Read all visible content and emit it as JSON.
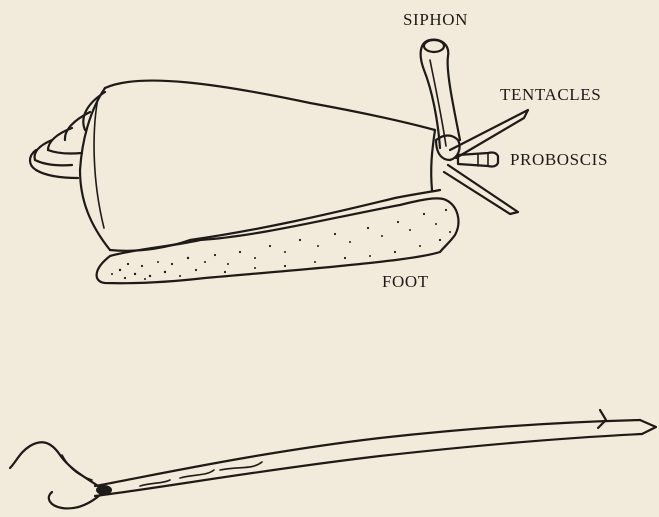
{
  "figure": {
    "labels": {
      "siphon": "SIPHON",
      "tentacles": "TENTACLES",
      "proboscis": "PROBOSCIS",
      "foot": "FOOT"
    },
    "colors": {
      "background": "#f2eadb",
      "ink": "#1e1a17"
    }
  }
}
